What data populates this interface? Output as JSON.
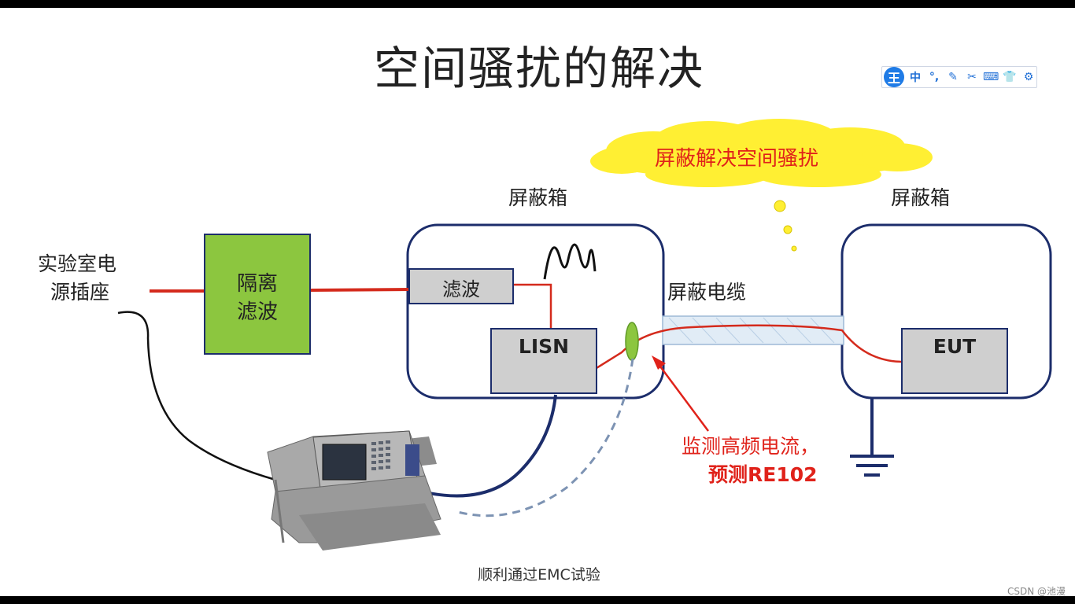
{
  "title": "空间骚扰的解决",
  "ime_toolbar": {
    "logo": "王",
    "items": [
      {
        "name": "chinese-mode",
        "glyph": "中"
      },
      {
        "name": "punctuation-icon",
        "glyph": "°,"
      },
      {
        "name": "pen-icon",
        "glyph": "✎"
      },
      {
        "name": "scissors-icon",
        "glyph": "✂"
      },
      {
        "name": "keyboard-icon",
        "glyph": "⌨"
      },
      {
        "name": "skin-icon",
        "glyph": "👕"
      },
      {
        "name": "gear-icon",
        "glyph": "⚙"
      }
    ]
  },
  "cloud_text": "屏蔽解决空间骚扰",
  "labels": {
    "shield_box_left": "屏蔽箱",
    "shield_box_right": "屏蔽箱",
    "power_socket_line1": "实验室电",
    "power_socket_line2": "源插座",
    "isolation_filter_line1": "隔离",
    "isolation_filter_line2": "滤波",
    "filter": "滤波",
    "lisn": "LISN",
    "shielded_cable": "屏蔽电缆",
    "eut": "EUT",
    "monitor_line1": "监测高频电流，",
    "monitor_line2": "预测RE102"
  },
  "footer": "顺利通过EMC试验",
  "watermark": "CSDN @池漫",
  "colors": {
    "red_line": "#d42a1c",
    "navy_border": "#1c2d6b",
    "green_box": "#8cc63f",
    "gray_box": "#cfcfcf",
    "cloud": "#ffef33",
    "annotation_red": "#e0221a"
  }
}
